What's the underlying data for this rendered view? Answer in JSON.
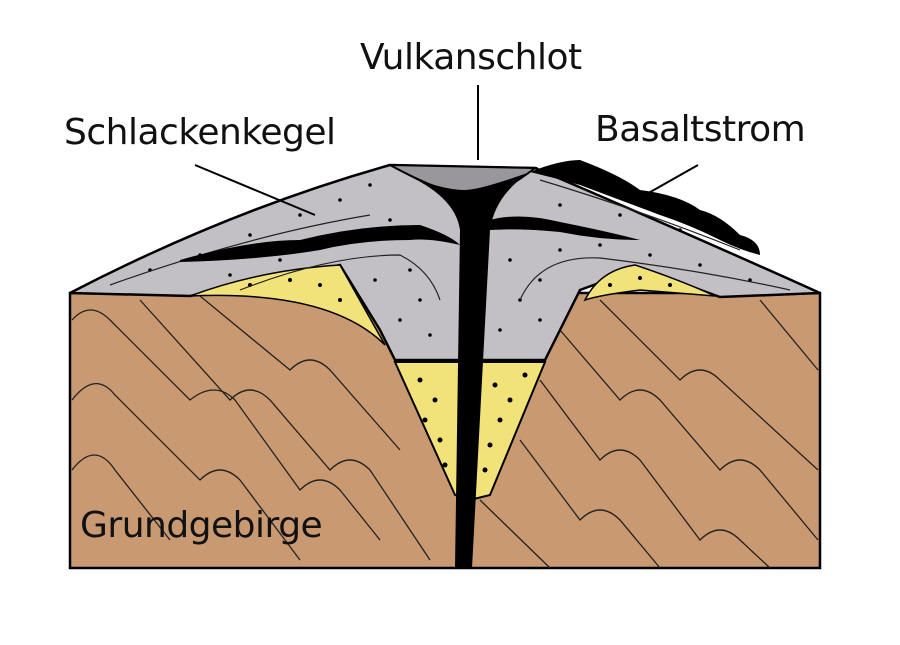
{
  "labels": {
    "vent": "Vulkanschlot",
    "cone": "Schlackenkegel",
    "lava_flow": "Basaltstrom",
    "basement": "Grundgebirge"
  },
  "colors": {
    "basement": "#c99a72",
    "cinder": "#c2c0c5",
    "tuff": "#f1e27a",
    "magma": "#000000"
  }
}
